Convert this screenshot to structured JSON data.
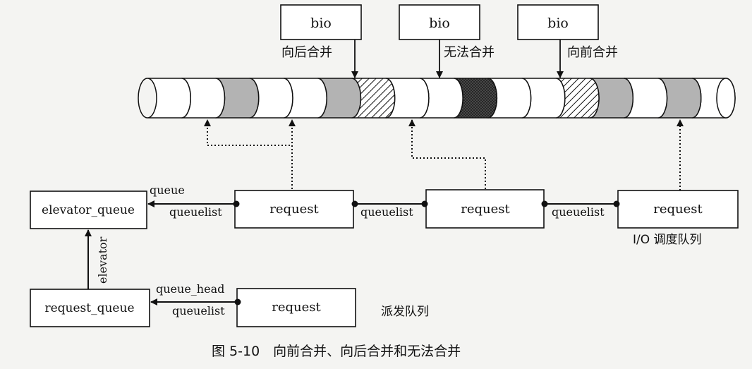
{
  "top_bios": [
    {
      "label": "bio",
      "caption": "向后合并"
    },
    {
      "label": "bio",
      "caption": "无法合并"
    },
    {
      "label": "bio",
      "caption": "向前合并"
    }
  ],
  "segments": [
    "white",
    "white",
    "gray",
    "white",
    "white",
    "gray",
    "hatch",
    "white",
    "white",
    "dark",
    "white",
    "white",
    "hatch",
    "gray",
    "white",
    "gray",
    "white"
  ],
  "nodes": {
    "elevator_queue": "elevator_queue",
    "request_queue": "request_queue",
    "request_1": "request",
    "request_2": "request",
    "request_3": "request",
    "dispatch_request": "request"
  },
  "edge_labels": {
    "queue": "queue",
    "queuelist_1": "queuelist",
    "queuelist_2": "queuelist",
    "queuelist_3": "queuelist",
    "elevator": "elevator",
    "queue_head": "queue_head",
    "queuelist_4": "queuelist"
  },
  "captions": {
    "io_queue": "I/O 调度队列",
    "dispatch_queue": "派发队列",
    "figure": "图 5-10　向前合并、向后合并和无法合并"
  },
  "colors": {
    "stroke": "#111111",
    "gray": "#b3b3b3",
    "dark": "#5a5a5a",
    "background": "#f4f4f2"
  }
}
